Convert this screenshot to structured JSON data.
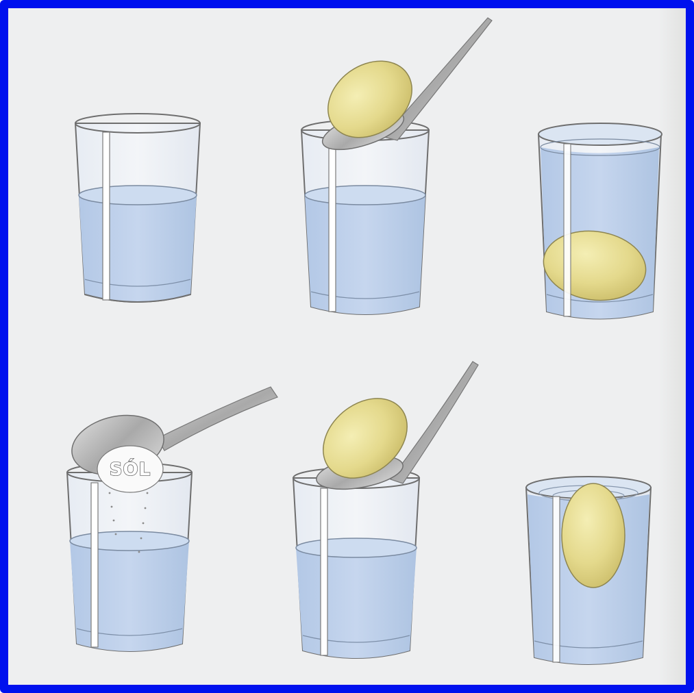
{
  "illustration": {
    "salt_label": "SÓL"
  },
  "colors": {
    "border": "#0011ee",
    "paper": "#eeeff0",
    "water": "#b9cee8",
    "egg": "#e4d98c",
    "glass_outline": "#6e6e6e"
  },
  "panels": [
    {
      "row": 1,
      "col": 1,
      "content": "glass-of-water"
    },
    {
      "row": 1,
      "col": 2,
      "content": "egg-on-spoon-over-glass"
    },
    {
      "row": 1,
      "col": 3,
      "content": "egg-sunk-at-bottom"
    },
    {
      "row": 2,
      "col": 1,
      "content": "spoon-of-salt-over-glass"
    },
    {
      "row": 2,
      "col": 2,
      "content": "egg-on-spoon-over-salted-glass"
    },
    {
      "row": 2,
      "col": 3,
      "content": "egg-floating-at-surface"
    }
  ]
}
